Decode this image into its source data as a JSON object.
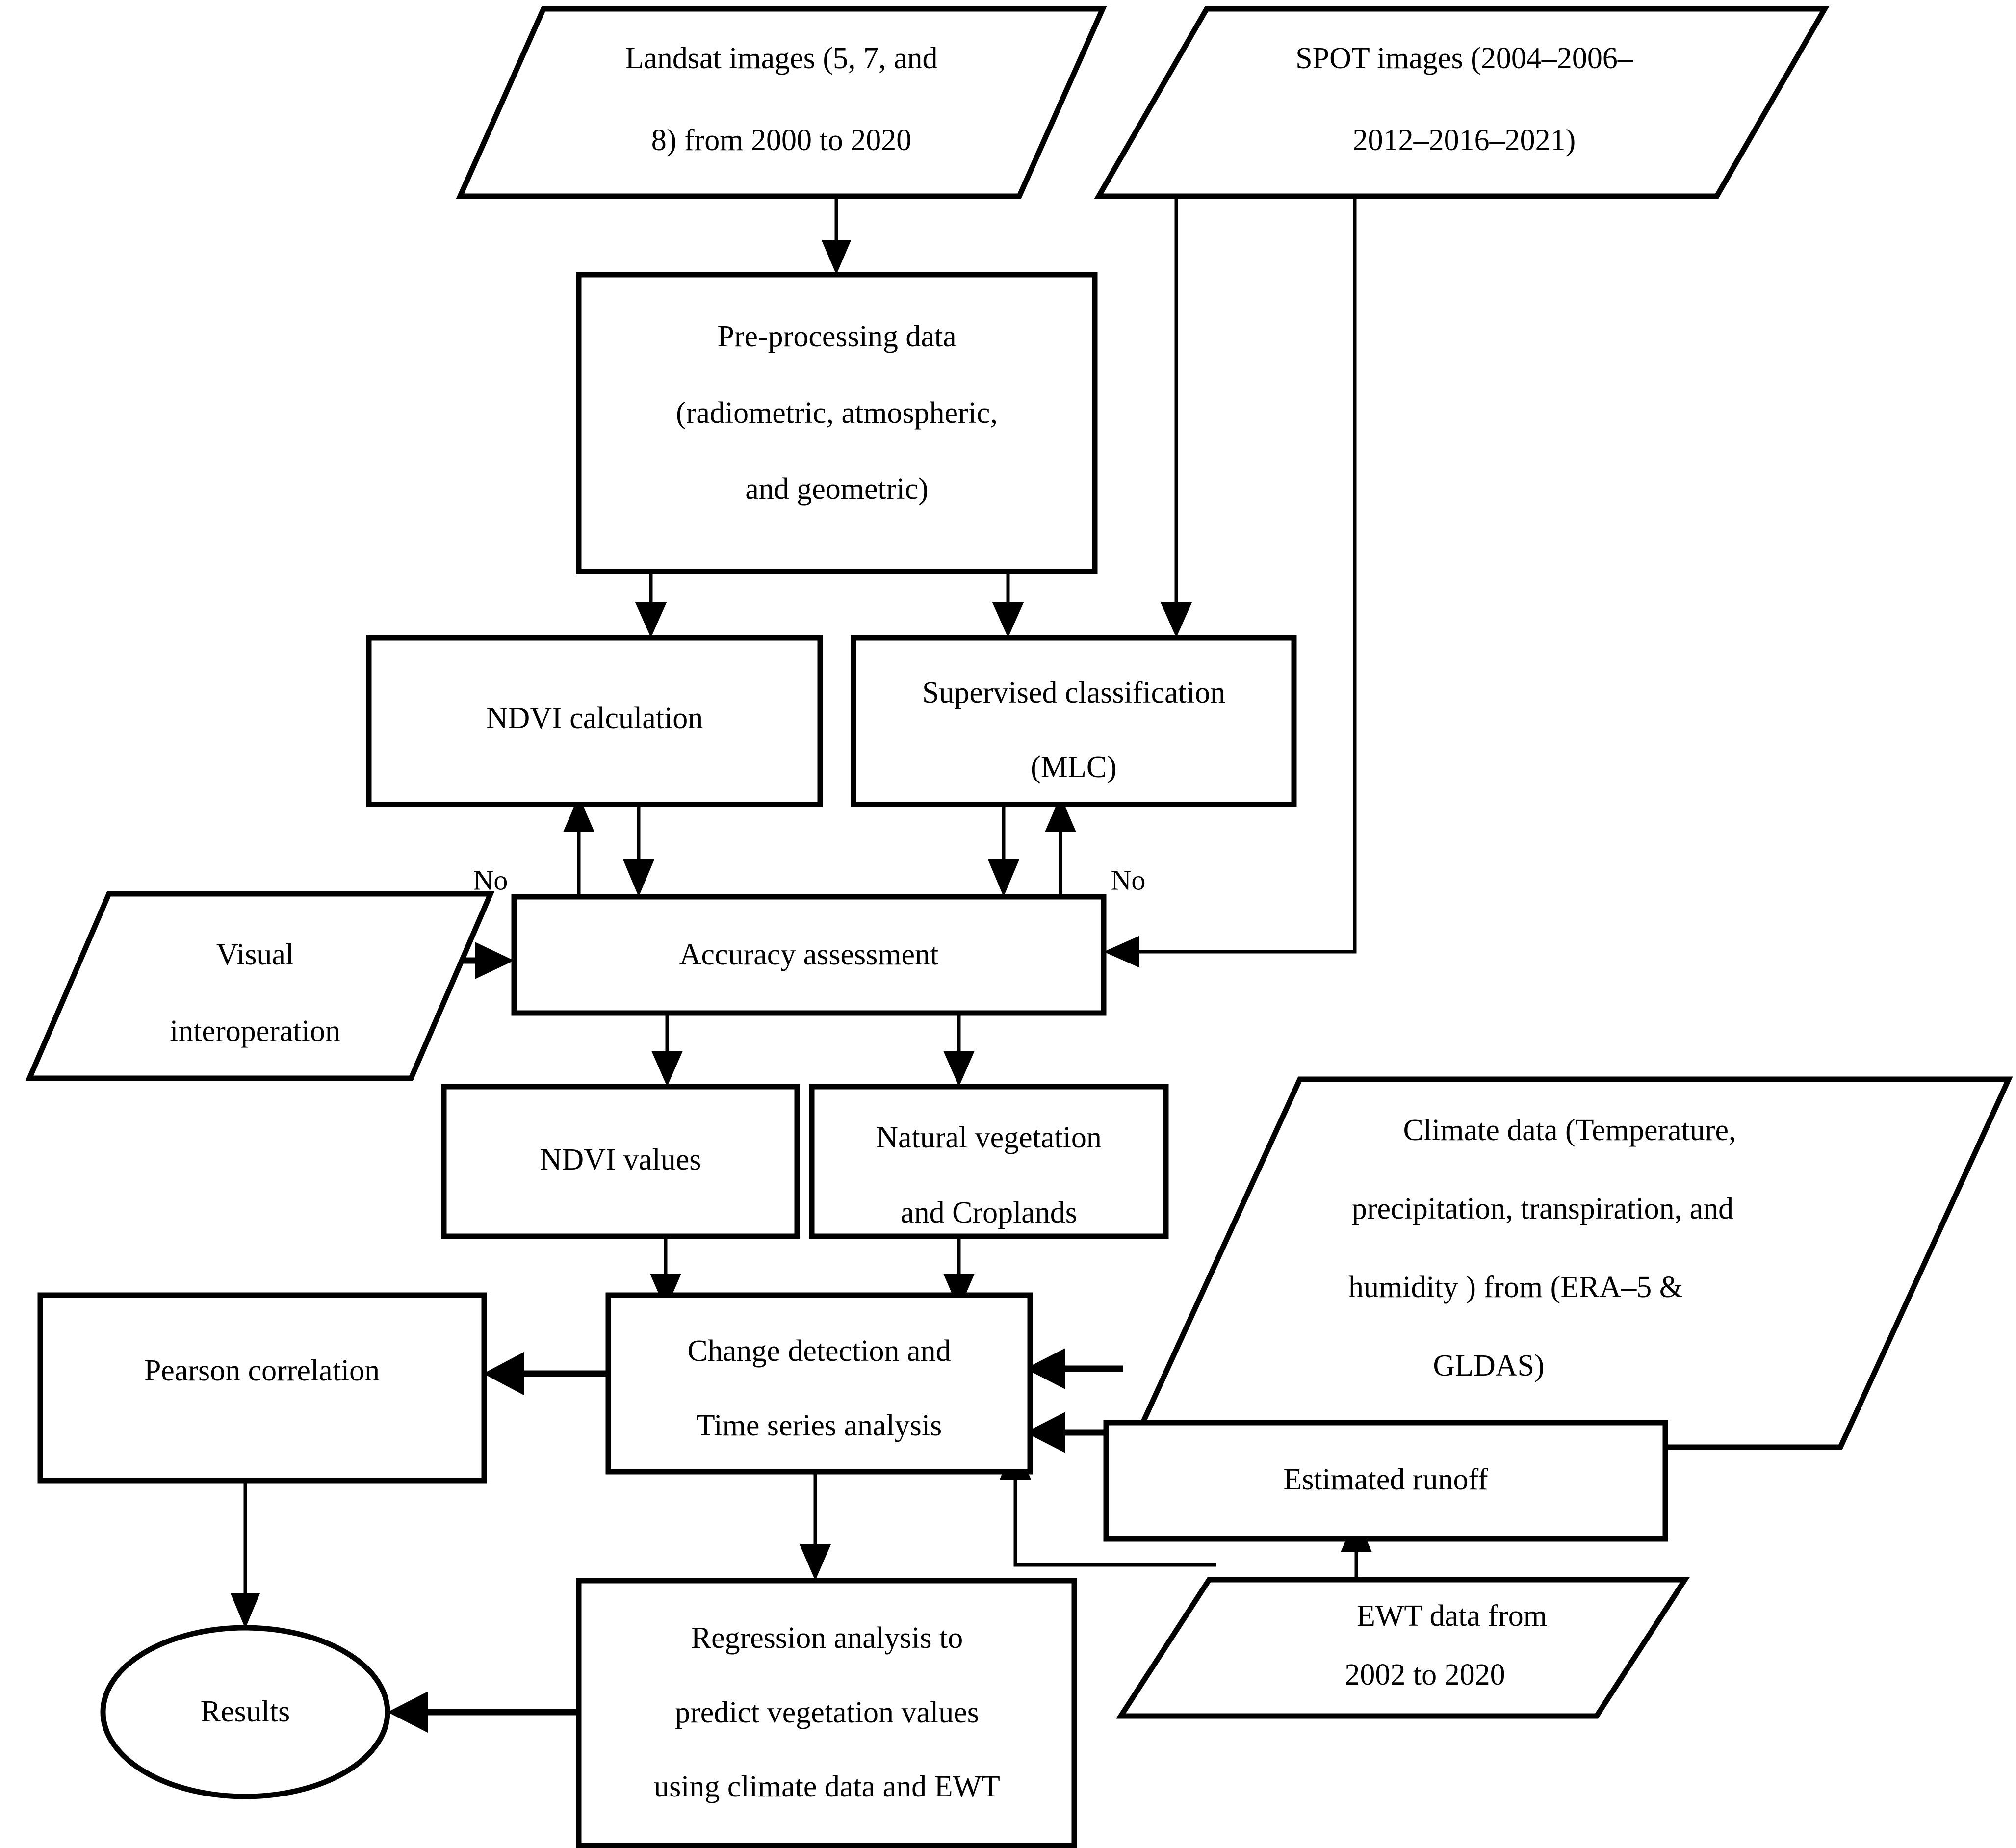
{
  "diagram": {
    "title": "Remote sensing vegetation and climate analysis workflow",
    "background_color": "#ffffff",
    "line_color": "#000000",
    "nodes": {
      "landsat": {
        "label_line1": "Landsat images (5, 7, and",
        "label_line2": "8) from 2000 to 2020",
        "shape": "parallelogram"
      },
      "spot": {
        "label_line1": "SPOT images (2004–2006–",
        "label_line2": "2012–2016–2021)",
        "shape": "parallelogram"
      },
      "preprocessing": {
        "label_line1": "Pre-processing data",
        "label_line2": "(radiometric, atmospheric,",
        "label_line3": "and geometric)",
        "shape": "rectangle"
      },
      "ndvi_calculation": {
        "label_line1": "NDVI calculation",
        "shape": "rectangle"
      },
      "supervised_classification": {
        "label_line1": "Supervised classification",
        "label_line2": "(MLC)",
        "shape": "rectangle"
      },
      "visual_interoperation": {
        "label_line1": "Visual",
        "label_line2": "interoperation",
        "shape": "parallelogram"
      },
      "accuracy_assessment": {
        "label_line1": "Accuracy assessment",
        "shape": "rectangle"
      },
      "ndvi_values": {
        "label_line1": "NDVI values",
        "shape": "rectangle"
      },
      "natural_vegetation": {
        "label_line1": "Natural vegetation",
        "label_line2": "and Croplands",
        "shape": "rectangle"
      },
      "climate_data": {
        "label_line1": "Climate data (Temperature,",
        "label_line2": "precipitation, transpiration, and",
        "label_line3": "humidity ) from (ERA–5 &",
        "label_line4": "GLDAS)",
        "shape": "parallelogram"
      },
      "pearson_correlation": {
        "label_line1": "Pearson correlation",
        "shape": "rectangle"
      },
      "change_detection": {
        "label_line1": "Change detection and",
        "label_line2": "Time series analysis",
        "shape": "rectangle"
      },
      "estimated_runoff": {
        "label_line1": "Estimated runoff",
        "shape": "rectangle"
      },
      "ewt_data": {
        "label_line1": "EWT data from",
        "label_line2": "2002 to 2020",
        "shape": "parallelogram"
      },
      "regression_analysis": {
        "label_line1": "Regression analysis to",
        "label_line2": "predict vegetation values",
        "label_line3": "using climate data and EWT",
        "shape": "rectangle"
      },
      "results": {
        "label_line1": "Results",
        "shape": "ellipse"
      }
    },
    "edge_labels": {
      "no_left": "No",
      "no_right": "No"
    }
  }
}
